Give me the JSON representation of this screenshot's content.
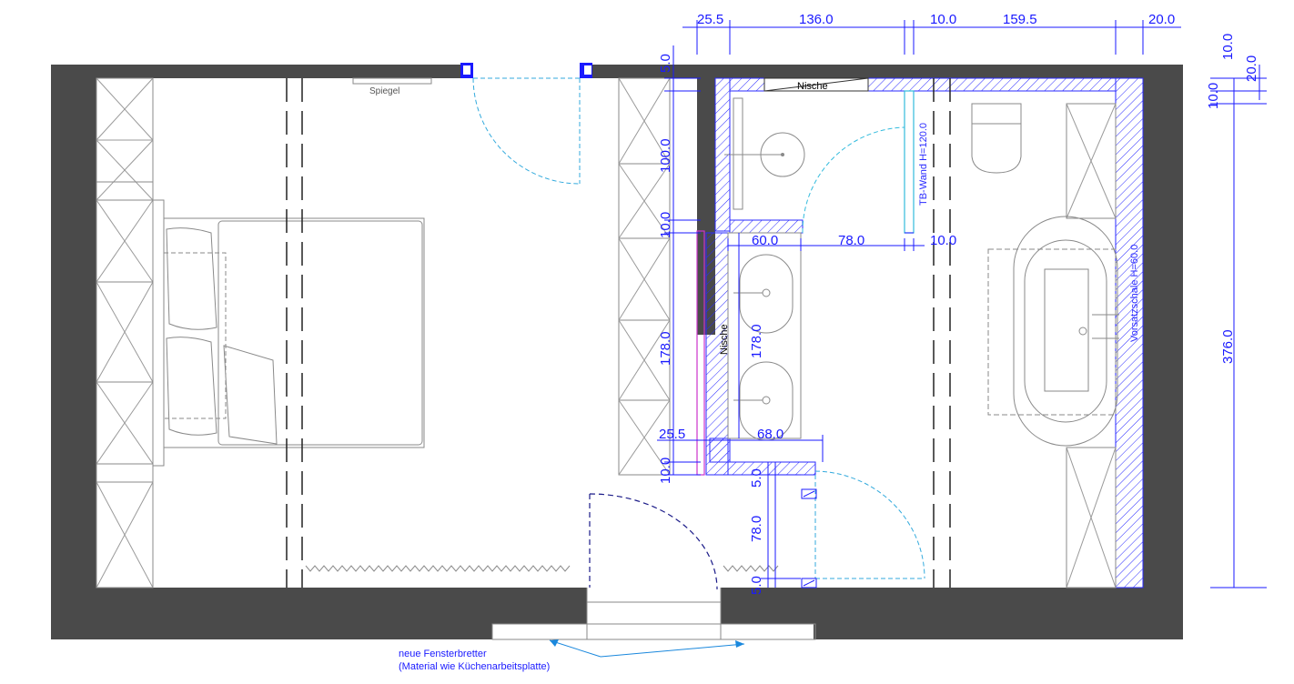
{
  "drawing": {
    "labels": {
      "spiegel": "Spiegel",
      "nische_top": "Nische",
      "nische_side": "Nische",
      "tb_wand": "TB-Wand H=120.0",
      "vorsatzschale": "Vorsatzschale H=60.0"
    },
    "dimensions_top": [
      "25.5",
      "136.0",
      "10.0",
      "159.5",
      "20.0"
    ],
    "dimensions_right": [
      "10.0",
      "20.0",
      "10.0",
      "376.0"
    ],
    "dimensions_left_bath": [
      "5.0",
      "100.0",
      "10.0",
      "178.0",
      "10.0"
    ],
    "dimensions_inner": {
      "w60": "60.0",
      "w78": "78.0",
      "w10": "10.0",
      "h178": "178.0",
      "w25_5": "25.5",
      "w68": "68.0",
      "h5a": "5.0",
      "h78": "78.0",
      "h5b": "5.0"
    },
    "note": {
      "line1": "neue Fensterbretter",
      "line2": "(Material wie Küchenarbeitsplatte)"
    },
    "colors": {
      "wall": "#4a4a4a",
      "dimension": "#1a1aff",
      "hatch": "#2a2aff",
      "accent_magenta": "#cc33cc",
      "cyan": "#33bbdd"
    }
  }
}
